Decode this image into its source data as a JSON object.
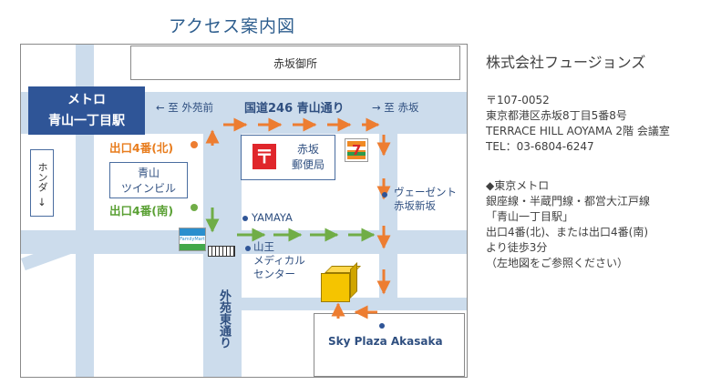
{
  "title": "アクセス案内図",
  "map": {
    "akasaka_gosho": "赤坂御所",
    "metro_label_line1": "メトロ",
    "metro_label_line2": "青山一丁目駅",
    "to_gaienmae": "← 至 外苑前",
    "route246": "国道246 青山通り",
    "to_akasaka": "→ 至 赤坂",
    "exit_north": "出口4番(北)",
    "exit_south": "出口4番(南)",
    "honda": "ホンダ",
    "honda_arrow": "↓",
    "twin_building_line1": "青山",
    "twin_building_line2": "ツインビル",
    "post_office_line1": "赤坂",
    "post_office_line2": "郵便局",
    "yamaya": "YAMAYA",
    "sanno_line1": "山王",
    "sanno_line2": "メディカル",
    "sanno_line3": "センター",
    "gaien_street": "外苑東通り",
    "verzent_line1": "ヴェーゼント",
    "verzent_line2": "赤坂新坂",
    "sky_plaza": "Sky Plaza Akasaka",
    "familymart": "FamilyMart",
    "seven_eleven": "7"
  },
  "info": {
    "company": "株式会社フュージョンズ",
    "postal": "〒107-0052",
    "address1": "東京都港区赤坂8丁目5番8号",
    "address2": "TERRACE HILL AOYAMA 2階 会議室",
    "tel": "TEL：03-6804-6247",
    "metro_head": "◆東京メトロ",
    "lines": "銀座線・半蔵門線・都営大江戸線",
    "station": "「青山一丁目駅」",
    "exit_info": "出口4番(北)、または出口4番(南)",
    "walk": "より徒歩3分",
    "note": "（左地図をご参照ください）"
  },
  "colors": {
    "road": "#ccdcec",
    "metro": "#2f5597",
    "north_arrow": "#ed7d31",
    "south_arrow": "#70ad47",
    "building": "#f5c400"
  }
}
